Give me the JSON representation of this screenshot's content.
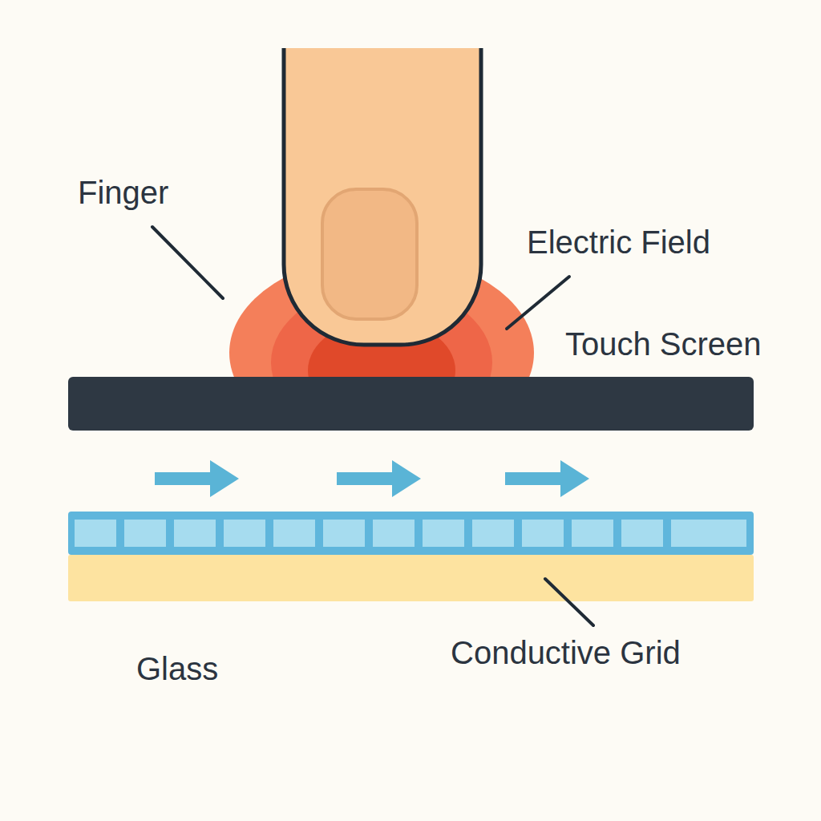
{
  "diagram": {
    "labels": [
      "Finger",
      "Electric Field",
      "Touch Screen",
      "Glass",
      "Conductive Grid"
    ]
  }
}
